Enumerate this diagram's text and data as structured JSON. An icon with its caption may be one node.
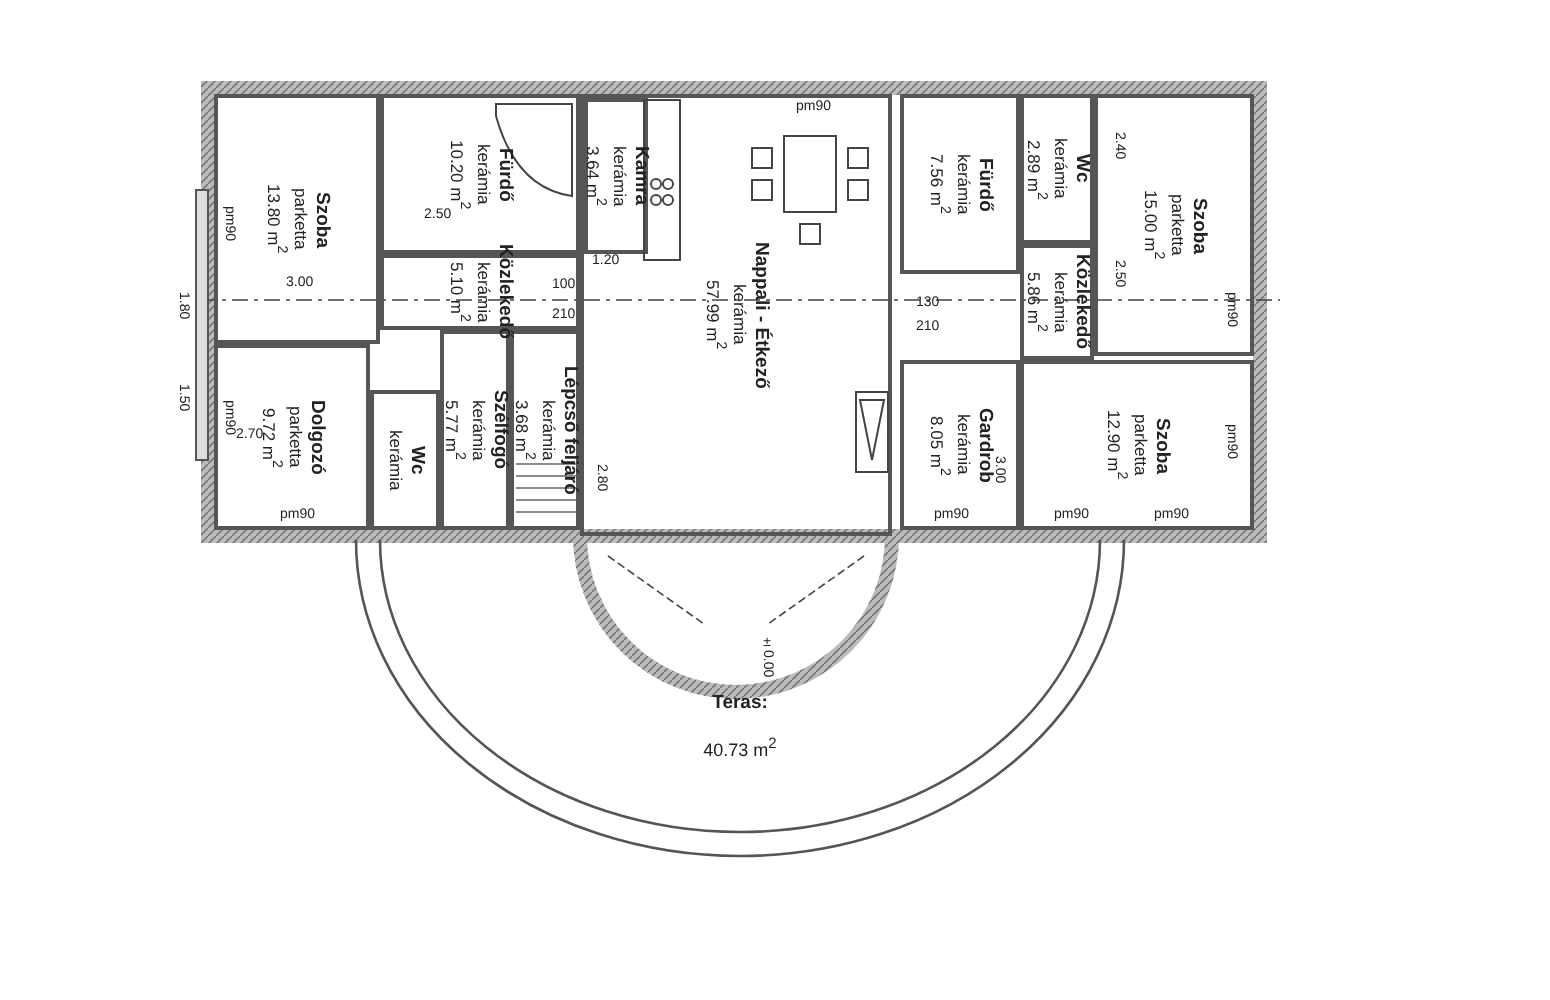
{
  "diagram": {
    "nodes": [
      {
        "text": [
          "Szoba",
          "parketta",
          "13.80 m$^{2}$"
        ]
      },
      {
        "text": [
          "Fürdő",
          "kerámia",
          "10.20 m$^{2}$"
        ]
      },
      {
        "text": [
          "Közlekedő",
          "kerámia",
          "5.10 m$^{2}$"
        ]
      },
      {
        "text": [
          "Nappali - Étkező",
          "kerámia",
          "57.99 m$^{2}$"
        ]
      },
      {
        "text": [
          "Kamra",
          "kerámia",
          "3.64 m$^{2}$"
        ],
        "in": 3
      },
      {
        "text": [
          "Fürdő",
          "kerámia",
          "7.56 m$^{2}$"
        ]
      },
      {
        "text": [
          "Wc",
          "kerámia",
          "2.89 m$^{2}$"
        ]
      },
      {
        "text": [
          "Szoba",
          "parketta",
          "15.00 m$^{2}$"
        ]
      },
      {
        "text": [
          "Dolgozó",
          "parketta",
          "9.72 m$^{2}$"
        ]
      },
      {
        "text": [
          "Szélfogó",
          "kerámia",
          "5.77 m$^{2}$"
        ]
      },
      {
        "text": [
          "Wc",
          "kerámia"
        ]
      },
      {
        "text": [
          "Lépcső feljáró",
          "kerámia",
          "3.68 m$^{2}$"
        ]
      },
      {
        "text": [
          "Közlekedő",
          "kerámia",
          "5.86 m$^{2}$"
        ]
      },
      {
        "text": [
          "Gardrob",
          "kerámia",
          "8.05 m$^{2}$"
        ]
      },
      {
        "text": [
          "Szoba",
          "parketta",
          "12.90 m$^{2}$"
        ]
      },
      {
        "text": [
          "Teras:",
          "40.73 m$^{2}$"
        ]
      }
    ],
    "labels": [
      "3.00",
      "2.70",
      "2.80",
      "130",
      "210",
      "2.40",
      "2.50",
      "3.00",
      "1.20",
      "2.50",
      "±0.00",
      "pm90",
      "pm90",
      "pm90",
      "pm90",
      "pm90",
      "pm90",
      "pm90",
      "pm90",
      "pm90",
      "100",
      "210",
      "1.80",
      "1.50"
    ]
  }
}
